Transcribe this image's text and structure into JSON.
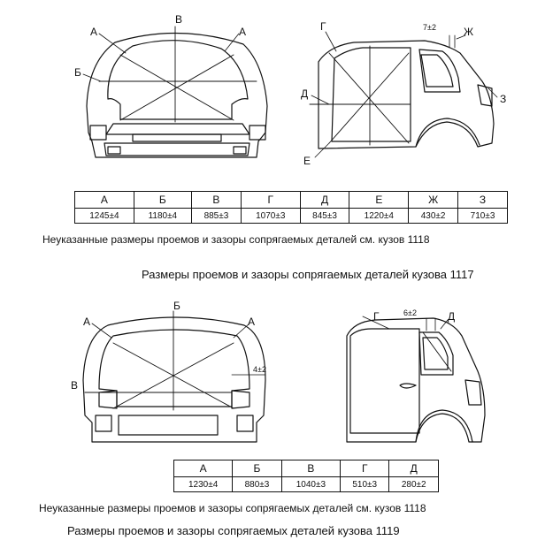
{
  "section1": {
    "rear_labels": {
      "a_left": "А",
      "a_right": "А",
      "b": "Б",
      "v": "В"
    },
    "side_labels": {
      "g": "Г",
      "d": "Д",
      "e": "Е",
      "zh": "Ж",
      "z": "З",
      "gap": "7±2"
    },
    "table": {
      "headers": [
        "А",
        "Б",
        "В",
        "Г",
        "Д",
        "Е",
        "Ж",
        "З"
      ],
      "values": [
        "1245±4",
        "1180±4",
        "885±3",
        "1070±3",
        "845±3",
        "1220±4",
        "430±2",
        "710±3"
      ]
    },
    "note": "Неуказанные размеры проемов и зазоры сопрягаемых деталей см. кузов 1118",
    "title": "Размеры проемов и зазоры сопрягаемых деталей кузова 1117"
  },
  "section2": {
    "rear_labels": {
      "a_left": "А",
      "a_right": "А",
      "b": "Б",
      "v": "В",
      "gap": "4±2"
    },
    "side_labels": {
      "g": "Г",
      "d": "Д",
      "gap": "6±2"
    },
    "table": {
      "headers": [
        "А",
        "Б",
        "В",
        "Г",
        "Д"
      ],
      "values": [
        "1230±4",
        "880±3",
        "1040±3",
        "510±3",
        "280±2"
      ]
    },
    "note": "Неуказанные размеры проемов и зазоры сопрягаемых деталей см. кузов 1118",
    "title": "Размеры проемов и зазоры сопрягаемых деталей кузова 1119"
  }
}
